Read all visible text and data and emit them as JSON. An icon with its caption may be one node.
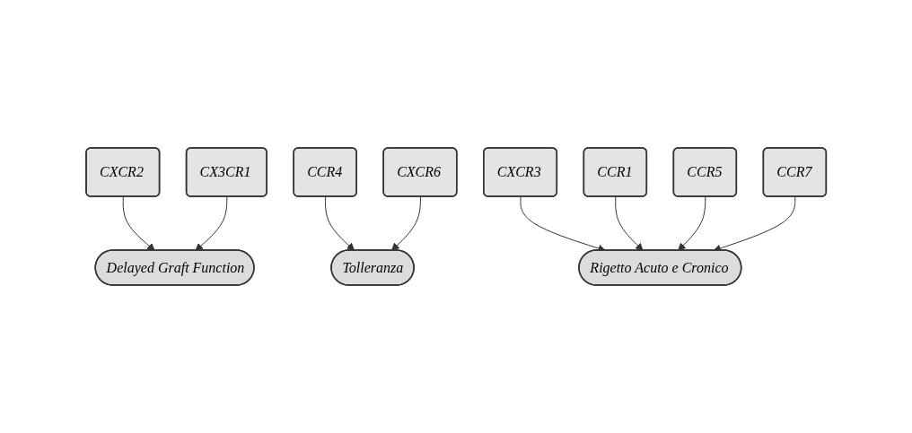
{
  "diagram": {
    "nodes": [
      {
        "text": [
          "CXCR2"
        ]
      },
      {
        "text": [
          "Delayed Graft Function"
        ]
      },
      {
        "text": [
          "CX3CR1"
        ]
      },
      {
        "text": [
          "CCR4"
        ]
      },
      {
        "text": [
          "Tolleranza"
        ]
      },
      {
        "text": [
          "CXCR6"
        ]
      },
      {
        "text": [
          "CXCR3"
        ]
      },
      {
        "text": [
          "Rigetto Acuto e Cronico"
        ]
      },
      {
        "text": [
          "CCR1"
        ]
      },
      {
        "text": [
          "CCR7"
        ]
      },
      {
        "text": [
          "CCR5"
        ]
      }
    ],
    "edges": [
      {
        "from": 0,
        "to": 1,
        "arrow": "to"
      },
      {
        "from": 2,
        "to": 1,
        "arrow": "to"
      },
      {
        "from": 3,
        "to": 4,
        "arrow": "to"
      },
      {
        "from": 5,
        "to": 4,
        "arrow": "to"
      },
      {
        "from": 6,
        "to": 7,
        "arrow": "to"
      },
      {
        "from": 8,
        "to": 7,
        "arrow": "to"
      },
      {
        "from": 10,
        "to": 7,
        "arrow": "to"
      },
      {
        "from": 9,
        "to": 7,
        "arrow": "to"
      }
    ]
  }
}
